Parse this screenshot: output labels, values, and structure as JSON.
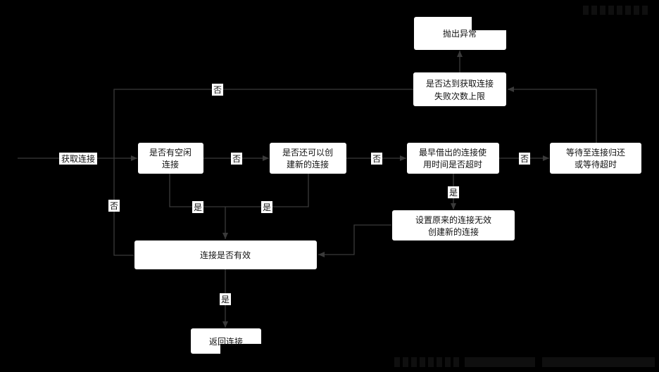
{
  "nodes": {
    "throw_exception": [
      "抛出异常"
    ],
    "reached_limit": [
      "是否达到获取连接",
      "失败次数上限"
    ],
    "has_idle": [
      "是否有空闲",
      "连接"
    ],
    "can_create": [
      "是否还可以创",
      "建新的连接"
    ],
    "earliest_timeout": [
      "最早借出的连接使",
      "用时间是否超时"
    ],
    "wait_return": [
      "等待至连接归还",
      "或等待超时"
    ],
    "invalidate_create": [
      "设置原来的连接无效",
      "创建新的连接"
    ],
    "is_valid": [
      "连接是否有效"
    ],
    "return_conn": [
      "返回连接"
    ]
  },
  "labels": {
    "entry": "获取连接",
    "no": "否",
    "yes": "是"
  },
  "colors": {
    "background": "#000000",
    "node_fill": "#ffffff",
    "line": "#3a3a3a"
  }
}
